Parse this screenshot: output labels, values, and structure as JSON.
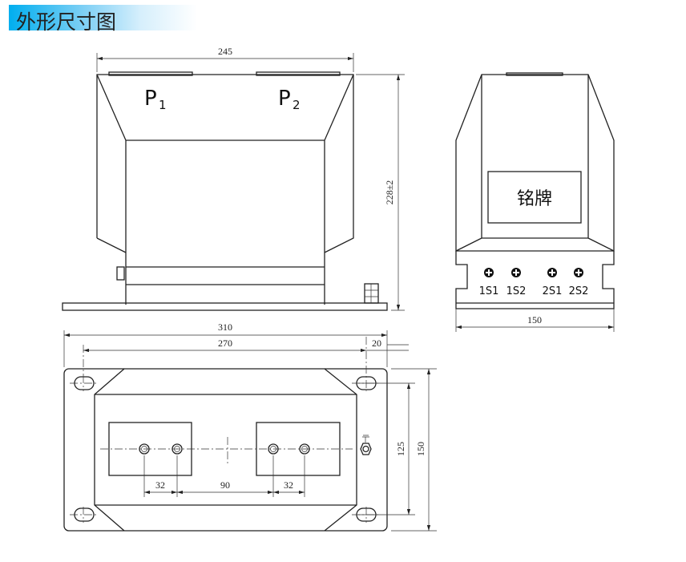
{
  "header": {
    "title": "外形尺寸图",
    "accent": "#00aeef"
  },
  "front_view": {
    "terminal_p1": "P",
    "terminal_p1_sub": "1",
    "terminal_p2": "P",
    "terminal_p2_sub": "2",
    "dim_width": "245",
    "dim_height": "228±2"
  },
  "side_view": {
    "nameplate": "铭牌",
    "terminals": [
      "1S1",
      "1S2",
      "2S1",
      "2S2"
    ],
    "dim_width": "150"
  },
  "plan_view": {
    "dim_outer_length": "310",
    "dim_hole_spacing": "270",
    "dim_edge": "20",
    "dim_hole_pitch_y": "125",
    "dim_outer_width": "150",
    "dim_terminal_a": "32",
    "dim_center": "90",
    "dim_terminal_b": "32"
  }
}
